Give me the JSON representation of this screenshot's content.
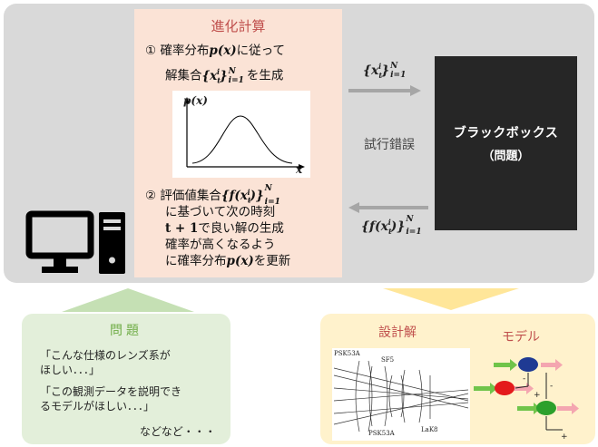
{
  "evolution": {
    "title": "進化計算",
    "step1_num": "①",
    "step1_a": "確率分布",
    "step1_px": "p(x)",
    "step1_b": "に従って",
    "step1_c": "解集合",
    "step1_d": "を生成",
    "set_x": "{xti}",
    "set_N": "N",
    "set_i1": "i=1",
    "plot_ylabel": "p(x)",
    "plot_xlabel": "x",
    "step2_num": "②",
    "step2_a": "評価値集合",
    "set_f": "{f(xti)}",
    "step2_c": "に基づいて次の時刻",
    "step2_t": "t + 1",
    "step2_d": "で良い解の生成",
    "step2_e": "確率が高くなるよう",
    "step2_f": "に確率分布",
    "step2_px": "p(x)",
    "step2_g": "を更新"
  },
  "arrows": {
    "top_label": "{xti}",
    "bottom_label": "{f(xti)}",
    "N": "N",
    "i1": "i=1",
    "color": "#a6a6a6"
  },
  "trial_label": "試行錯誤",
  "blackbox": {
    "title": "ブラックボックス",
    "subtitle": "（問題）"
  },
  "problem": {
    "title": "問題",
    "line1": "「こんな仕様のレンズ系が",
    "line2": "ほしい．．．」",
    "line3": "「この観測データを説明でき",
    "line4": "るモデルがほしい．．．」",
    "line5": "などなど・・・"
  },
  "design": {
    "title": "設計解",
    "model_title": "モデル",
    "lens_labels": [
      "PSK53A",
      "SF5",
      "PSK53A",
      "LaK8"
    ],
    "model_plus": "+",
    "model_minus": "-"
  },
  "colors": {
    "problem_accent": "#70ad47",
    "design_accent": "#c0504d",
    "green_arrow": "#c5e0b4",
    "yellow_arrow": "#ffe699",
    "node_blue": "#1f3a93",
    "node_red": "#e41a1c",
    "node_green": "#2ca02c"
  }
}
